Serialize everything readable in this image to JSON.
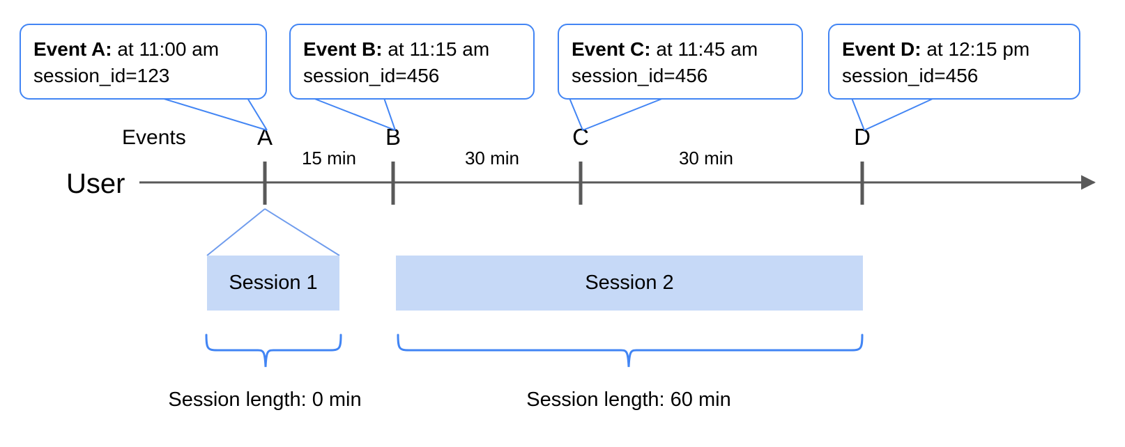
{
  "diagram": {
    "axis_label": "User",
    "row_label": "Events",
    "colors": {
      "accent_blue": "#4285f4",
      "session_fill": "#c6d9f7",
      "axis_gray": "#595959",
      "text": "#000000"
    }
  },
  "callouts": [
    {
      "title": "Event A:",
      "time": " at 11:00 am",
      "detail": "session_id=123"
    },
    {
      "title": "Event B:",
      "time": " at 11:15 am",
      "detail": "session_id=456"
    },
    {
      "title": "Event C:",
      "time": " at 11:45 am",
      "detail": "session_id=456"
    },
    {
      "title": "Event D:",
      "time": " at 12:15 pm",
      "detail": "session_id=456"
    }
  ],
  "events": [
    {
      "letter": "A",
      "time": "11:00 am",
      "session_id": "123"
    },
    {
      "letter": "B",
      "time": "11:15 am",
      "session_id": "456"
    },
    {
      "letter": "C",
      "time": "11:45 am",
      "session_id": "456"
    },
    {
      "letter": "D",
      "time": "12:15 pm",
      "session_id": "456"
    }
  ],
  "gaps": [
    {
      "label": "15 min",
      "from": "A",
      "to": "B"
    },
    {
      "label": "30 min",
      "from": "B",
      "to": "C"
    },
    {
      "label": "30 min",
      "from": "C",
      "to": "D"
    }
  ],
  "sessions": [
    {
      "name": "Session 1",
      "length_label": "Session length: 0 min"
    },
    {
      "name": "Session 2",
      "length_label": "Session length: 60 min"
    }
  ]
}
